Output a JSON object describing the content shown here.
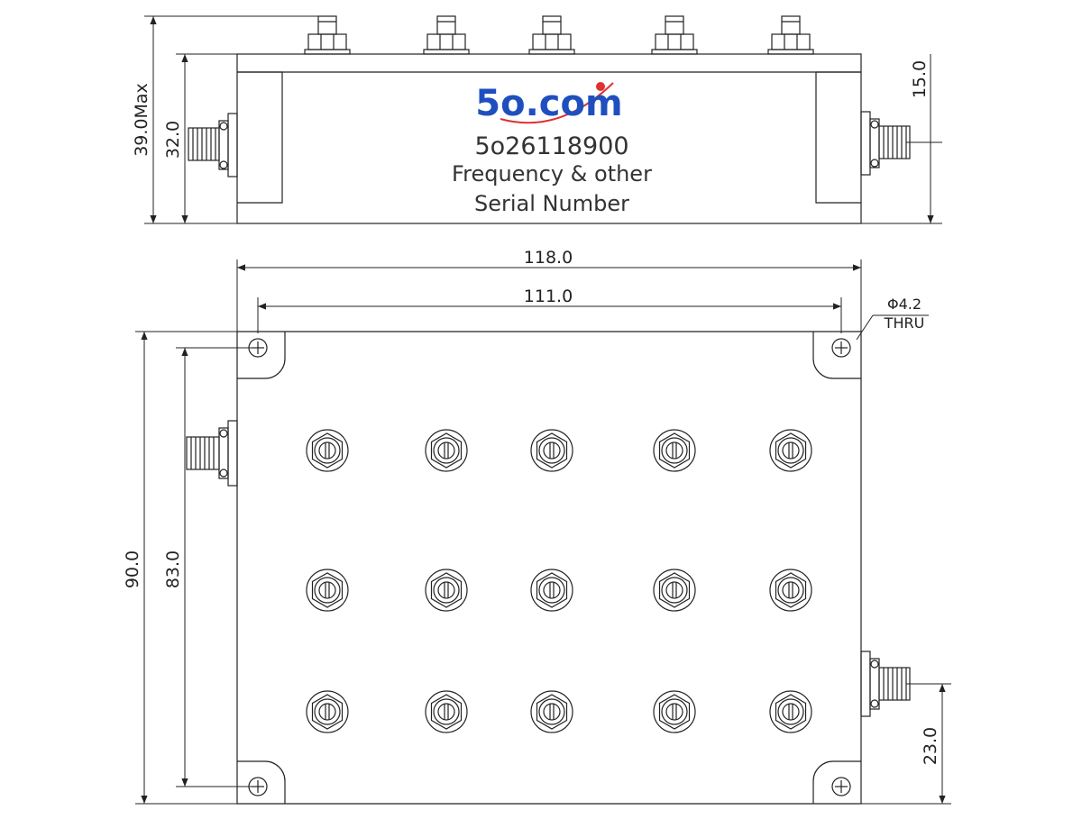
{
  "logo": {
    "text": "5o.com",
    "color": "#1f4fbf",
    "dot_color": "#e03030"
  },
  "label": {
    "model": "5o26118900",
    "line1": "Frequency & other",
    "line2": "Serial Number"
  },
  "dimensions": {
    "height_max": "39.0Max",
    "connector_height_left": "32.0",
    "connector_height_right": "15.0",
    "overall_length": "118.0",
    "hole_spacing_x": "111.0",
    "overall_width": "90.0",
    "hole_spacing_y": "83.0",
    "output_offset": "23.0"
  },
  "hole_note": {
    "diameter": "Φ4.2",
    "type": "THRU"
  },
  "tuning_grid": {
    "rows": 3,
    "cols": 5
  },
  "top_connectors": 5
}
